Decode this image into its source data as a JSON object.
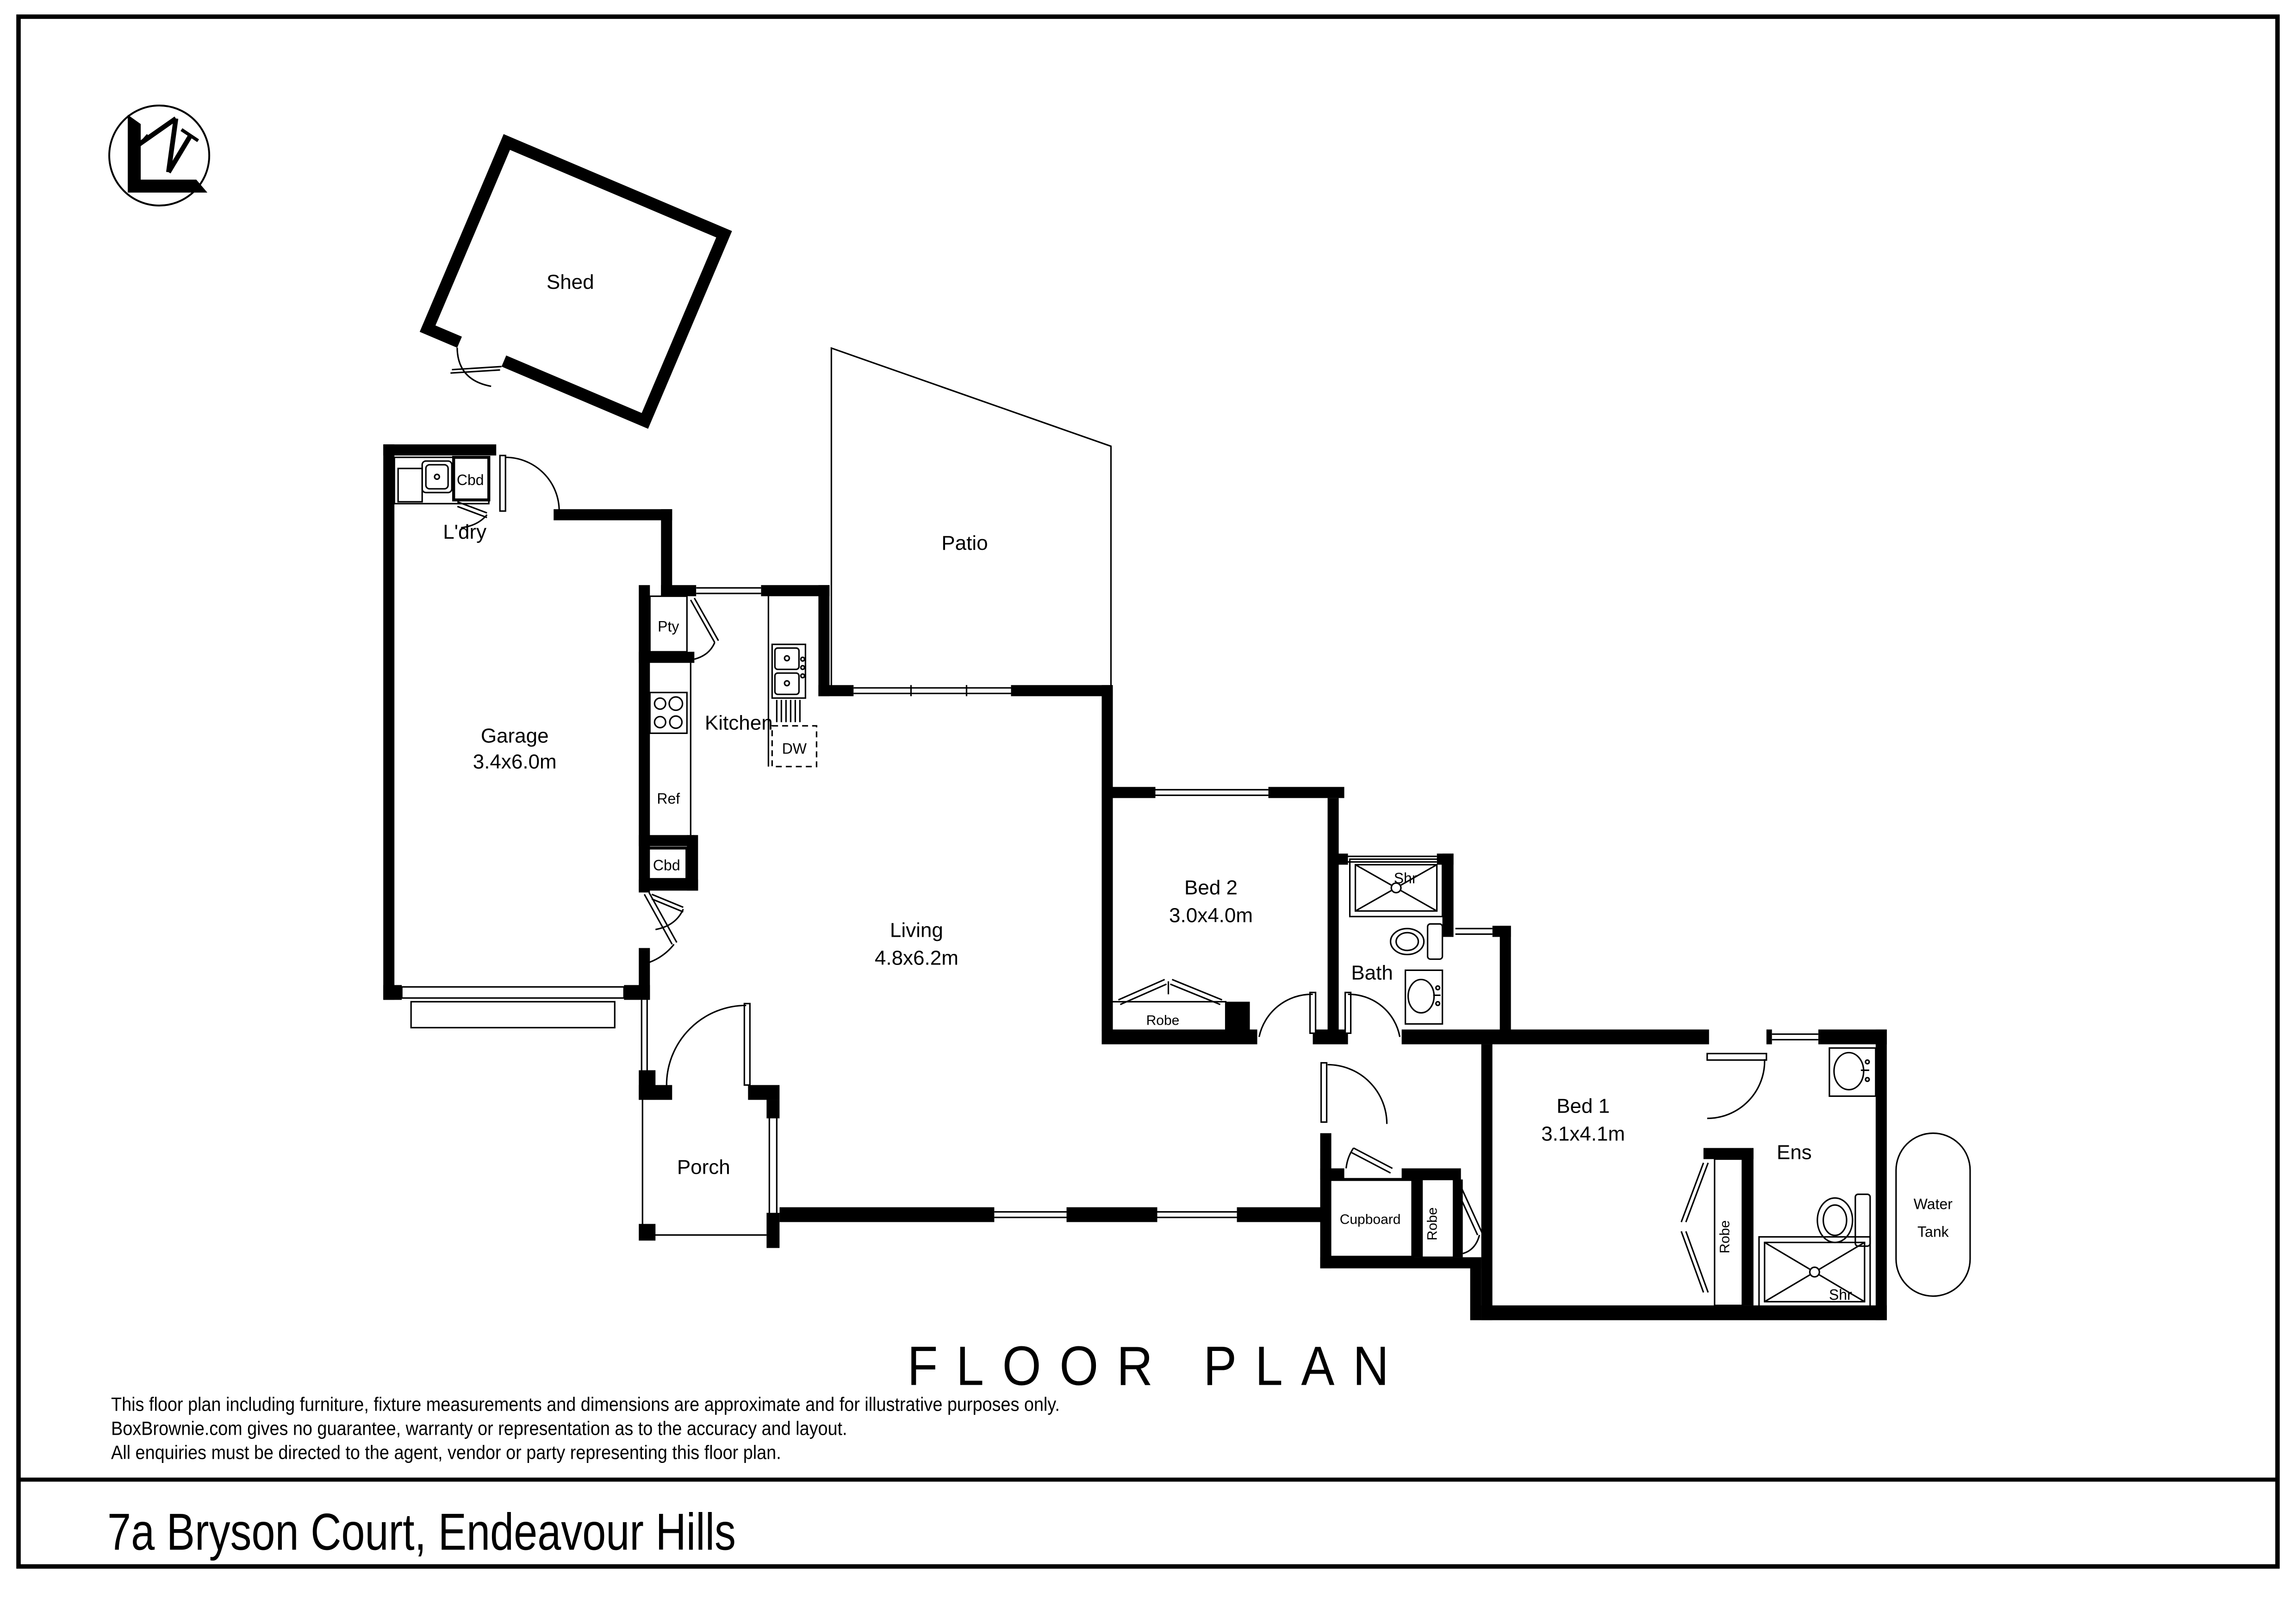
{
  "page": {
    "background": "#ffffff",
    "ink": "#000000"
  },
  "logo": {
    "name": "boxbrownie-monogram-logo"
  },
  "floorplan": {
    "shed": {
      "label": "Shed"
    },
    "laundry": {
      "label": "L'dry",
      "cupboard": "Cbd"
    },
    "garage": {
      "label": "Garage",
      "dims": "3.4x6.0m"
    },
    "pantry": {
      "label": "Pty"
    },
    "kitchen": {
      "label": "Kitchen",
      "dishwasher": "DW",
      "fridge": "Ref",
      "cupboard": "Cbd"
    },
    "patio": {
      "label": "Patio"
    },
    "living": {
      "label": "Living",
      "dims": "4.8x6.2m"
    },
    "bed2": {
      "label": "Bed 2",
      "dims": "3.0x4.0m",
      "robe": "Robe"
    },
    "bath": {
      "label": "Bath",
      "shower": "Shr"
    },
    "porch": {
      "label": "Porch"
    },
    "hall": {
      "cupboard": "Cupboard",
      "robe": "Robe"
    },
    "bed1": {
      "label": "Bed 1",
      "dims": "3.1x4.1m",
      "robe": "Robe"
    },
    "ensuite": {
      "label": "Ens",
      "shower": "Shr"
    },
    "water_tank": {
      "line1": "Water",
      "line2": "Tank"
    }
  },
  "footer": {
    "title": "FLOOR PLAN",
    "disclaimer_line1": "This floor plan including furniture, fixture measurements and dimensions are approximate and for illustrative purposes only.",
    "disclaimer_line2": "BoxBrownie.com gives no guarantee, warranty or representation as to the accuracy and layout.",
    "disclaimer_line3": "All enquiries must be directed to the agent, vendor or party representing this floor plan.",
    "address": "7a Bryson Court, Endeavour Hills"
  }
}
